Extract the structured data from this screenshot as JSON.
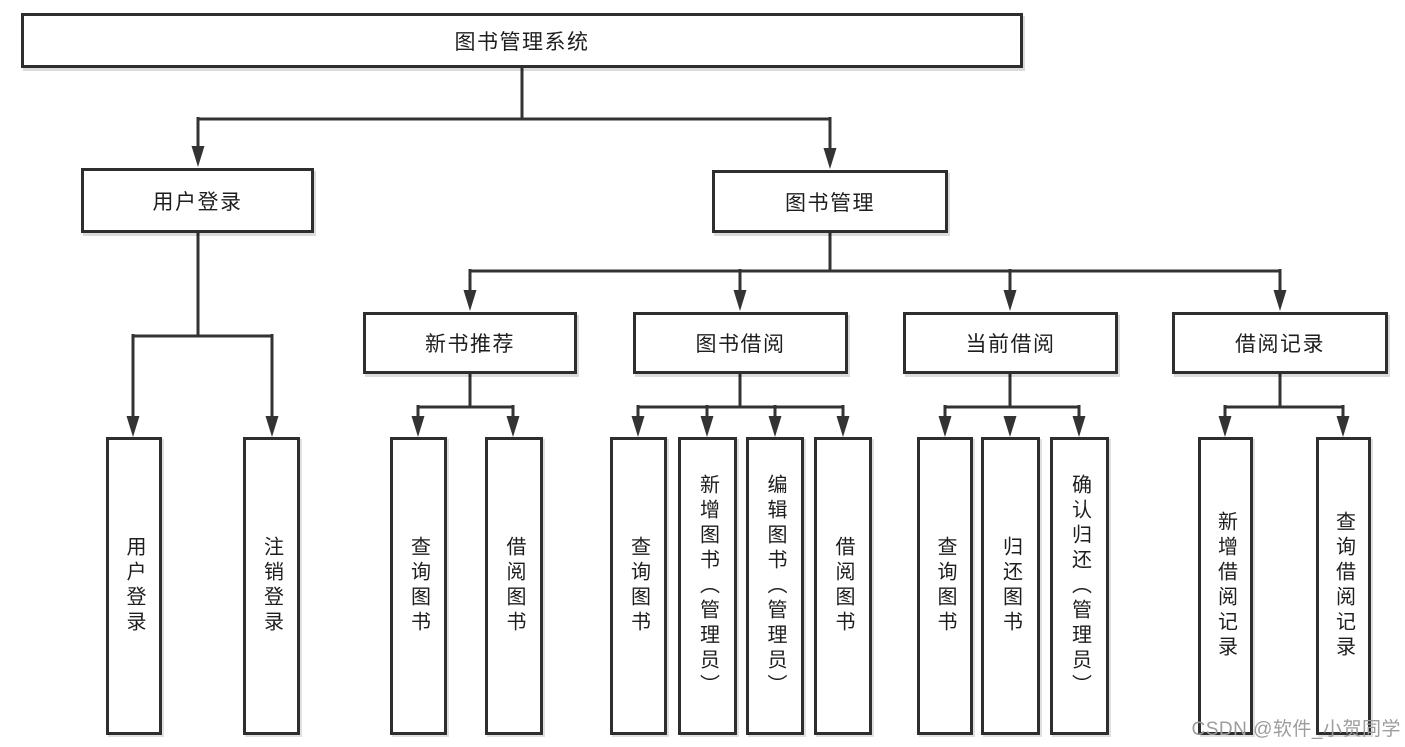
{
  "tree": {
    "root": "图书管理系统",
    "user_login": {
      "label": "用户登录",
      "leaves": [
        "用户登录",
        "注销登录"
      ]
    },
    "book_mgmt": {
      "label": "图书管理",
      "sections": [
        {
          "label": "新书推荐",
          "leaves": [
            "查询图书",
            "借阅图书"
          ]
        },
        {
          "label": "图书借阅",
          "leaves": [
            "查询图书",
            "新增图书（管理员）",
            "编辑图书（管理员）",
            "借阅图书"
          ]
        },
        {
          "label": "当前借阅",
          "leaves": [
            "查询图书",
            "归还图书",
            "确认归还（管理员）"
          ]
        },
        {
          "label": "借阅记录",
          "leaves": [
            "新增借阅记录",
            "查询借阅记录"
          ]
        }
      ]
    }
  },
  "watermark": "CSDN @软件_小贺同学",
  "colors": {
    "line": "#333333",
    "box_border": "#2e2e2e",
    "box_fill": "#ffffff",
    "text": "#1e1e1e",
    "watermark": "#9d9d9d",
    "background": "#ffffff"
  }
}
